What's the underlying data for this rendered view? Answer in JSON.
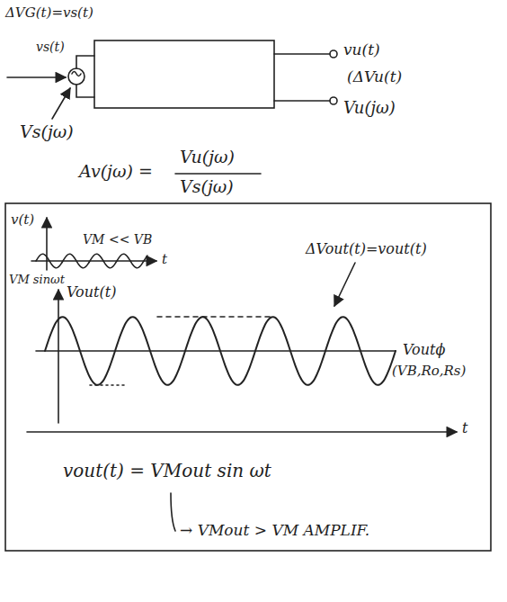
{
  "diagram": {
    "labels": [
      "ΔVG(t)=vs(t)",
      "vs(t)",
      "Vs(jω)",
      "vu(t)",
      "(ΔVu(t)",
      "Vu(jω)",
      "Av(jω) =",
      "Vu(jω)",
      "Vs(jω)",
      "v(t)",
      "VM << VB",
      "t",
      "VM sinωt",
      "ΔVout(t)=vout(t)",
      "Vout(t)",
      "Voutϕ",
      "(VB,Ro,Rs)",
      "t",
      "vout(t) = VMout sin ωt",
      "→ VMout > VM AMPLIF."
    ]
  }
}
